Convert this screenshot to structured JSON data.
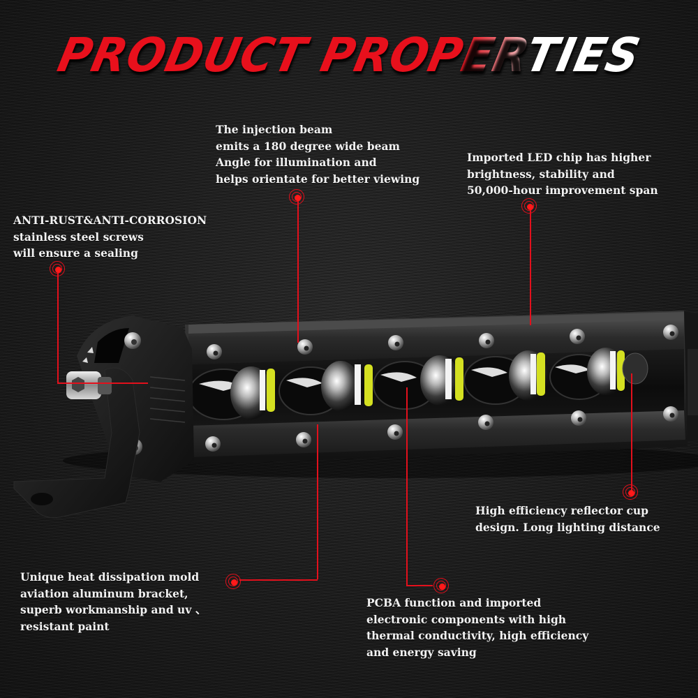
{
  "title": {
    "part1": "PRODUCT PROP",
    "part2": "ER",
    "part3": "TIES",
    "colors": {
      "red": "#e8101c",
      "white": "#ffffff"
    }
  },
  "callouts": {
    "beam": {
      "lines": [
        "The injection beam",
        "emits a 180 degree wide beam",
        "Angle for illumination and",
        "helps orientate for better viewing"
      ]
    },
    "led_chip": {
      "lines": [
        "Imported LED chip has higher",
        "brightness, stability and",
        "50,000-hour improvement span"
      ]
    },
    "anti_rust": {
      "lines": [
        "ANTI-RUST&ANTI-CORROSION",
        "stainless steel screws",
        "will ensure a sealing"
      ]
    },
    "reflector": {
      "lines": [
        "High efficiency reflector cup",
        "design. Long lighting distance"
      ]
    },
    "heat": {
      "lines": [
        "Unique heat dissipation mold",
        "aviation aluminum bracket,",
        "superb workmanship and uv 、",
        "resistant paint"
      ]
    },
    "pcba": {
      "lines": [
        "PCBA function and imported",
        "electronic components with high",
        "thermal conductivity, high efficiency",
        "and energy saving"
      ]
    }
  },
  "accent_color": "#e3101c",
  "led_accent_color": "#d4e021"
}
